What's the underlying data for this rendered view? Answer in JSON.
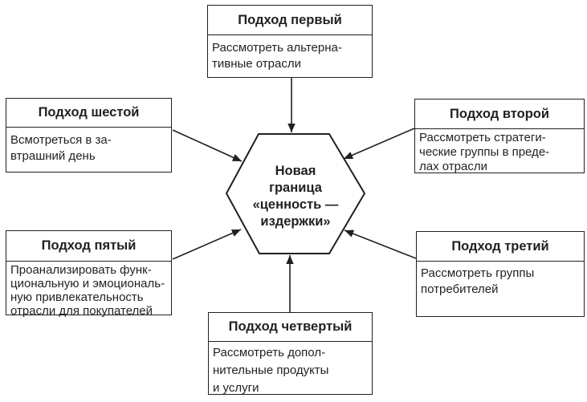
{
  "colors": {
    "ink": "#231f20",
    "background": "#ffffff"
  },
  "hexagon": {
    "label": "Новая\nграница\n«ценность —\nиздержки»"
  },
  "boxes": [
    {
      "id": "approach-1",
      "title": "Подход первый",
      "body": "Рассмотреть альтерна-\nтивные отрасли"
    },
    {
      "id": "approach-2",
      "title": "Подход второй",
      "body": "Рассмотреть стратеги-\nческие группы в преде-\nлах отрасли"
    },
    {
      "id": "approach-3",
      "title": "Подход третий",
      "body": "Рассмотреть группы\nпотребителей"
    },
    {
      "id": "approach-4",
      "title": "Подход четвертый",
      "body": "Рассмотреть допол-\nнительные продукты\nи услуги"
    },
    {
      "id": "approach-5",
      "title": "Подход пятый",
      "body": "Проанализировать функ-\nциональную и эмоциональ-\nную привлекательность\nотрасли для покупателей"
    },
    {
      "id": "approach-6",
      "title": "Подход шестой",
      "body": "Всмотреться в за-\nвтрашний день"
    }
  ]
}
